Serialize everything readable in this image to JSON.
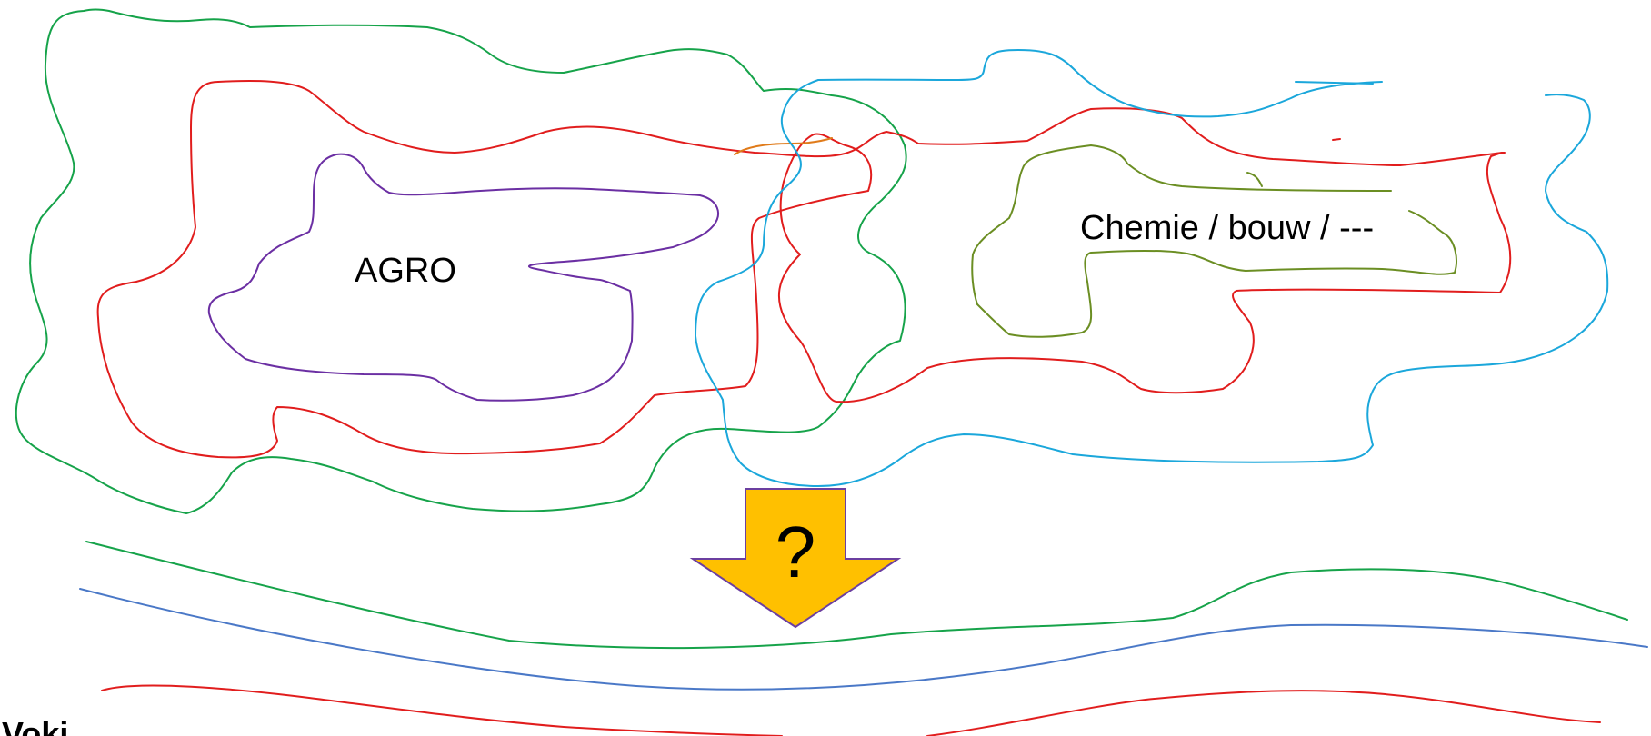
{
  "diagram": {
    "labels": {
      "agro": "AGRO",
      "chemie": "Chemie / bouw / ---",
      "question": "?",
      "bottom_partial": "Voki..."
    },
    "colors": {
      "green": "#16a34a",
      "red": "#e11d1d",
      "purple": "#6b2fa3",
      "cyan": "#1ba7db",
      "olive": "#6b8e23",
      "blue": "#4a78c7",
      "orange": "#e07b1a",
      "arrow_fill": "#ffc000",
      "arrow_stroke": "#6b3fa0"
    }
  }
}
